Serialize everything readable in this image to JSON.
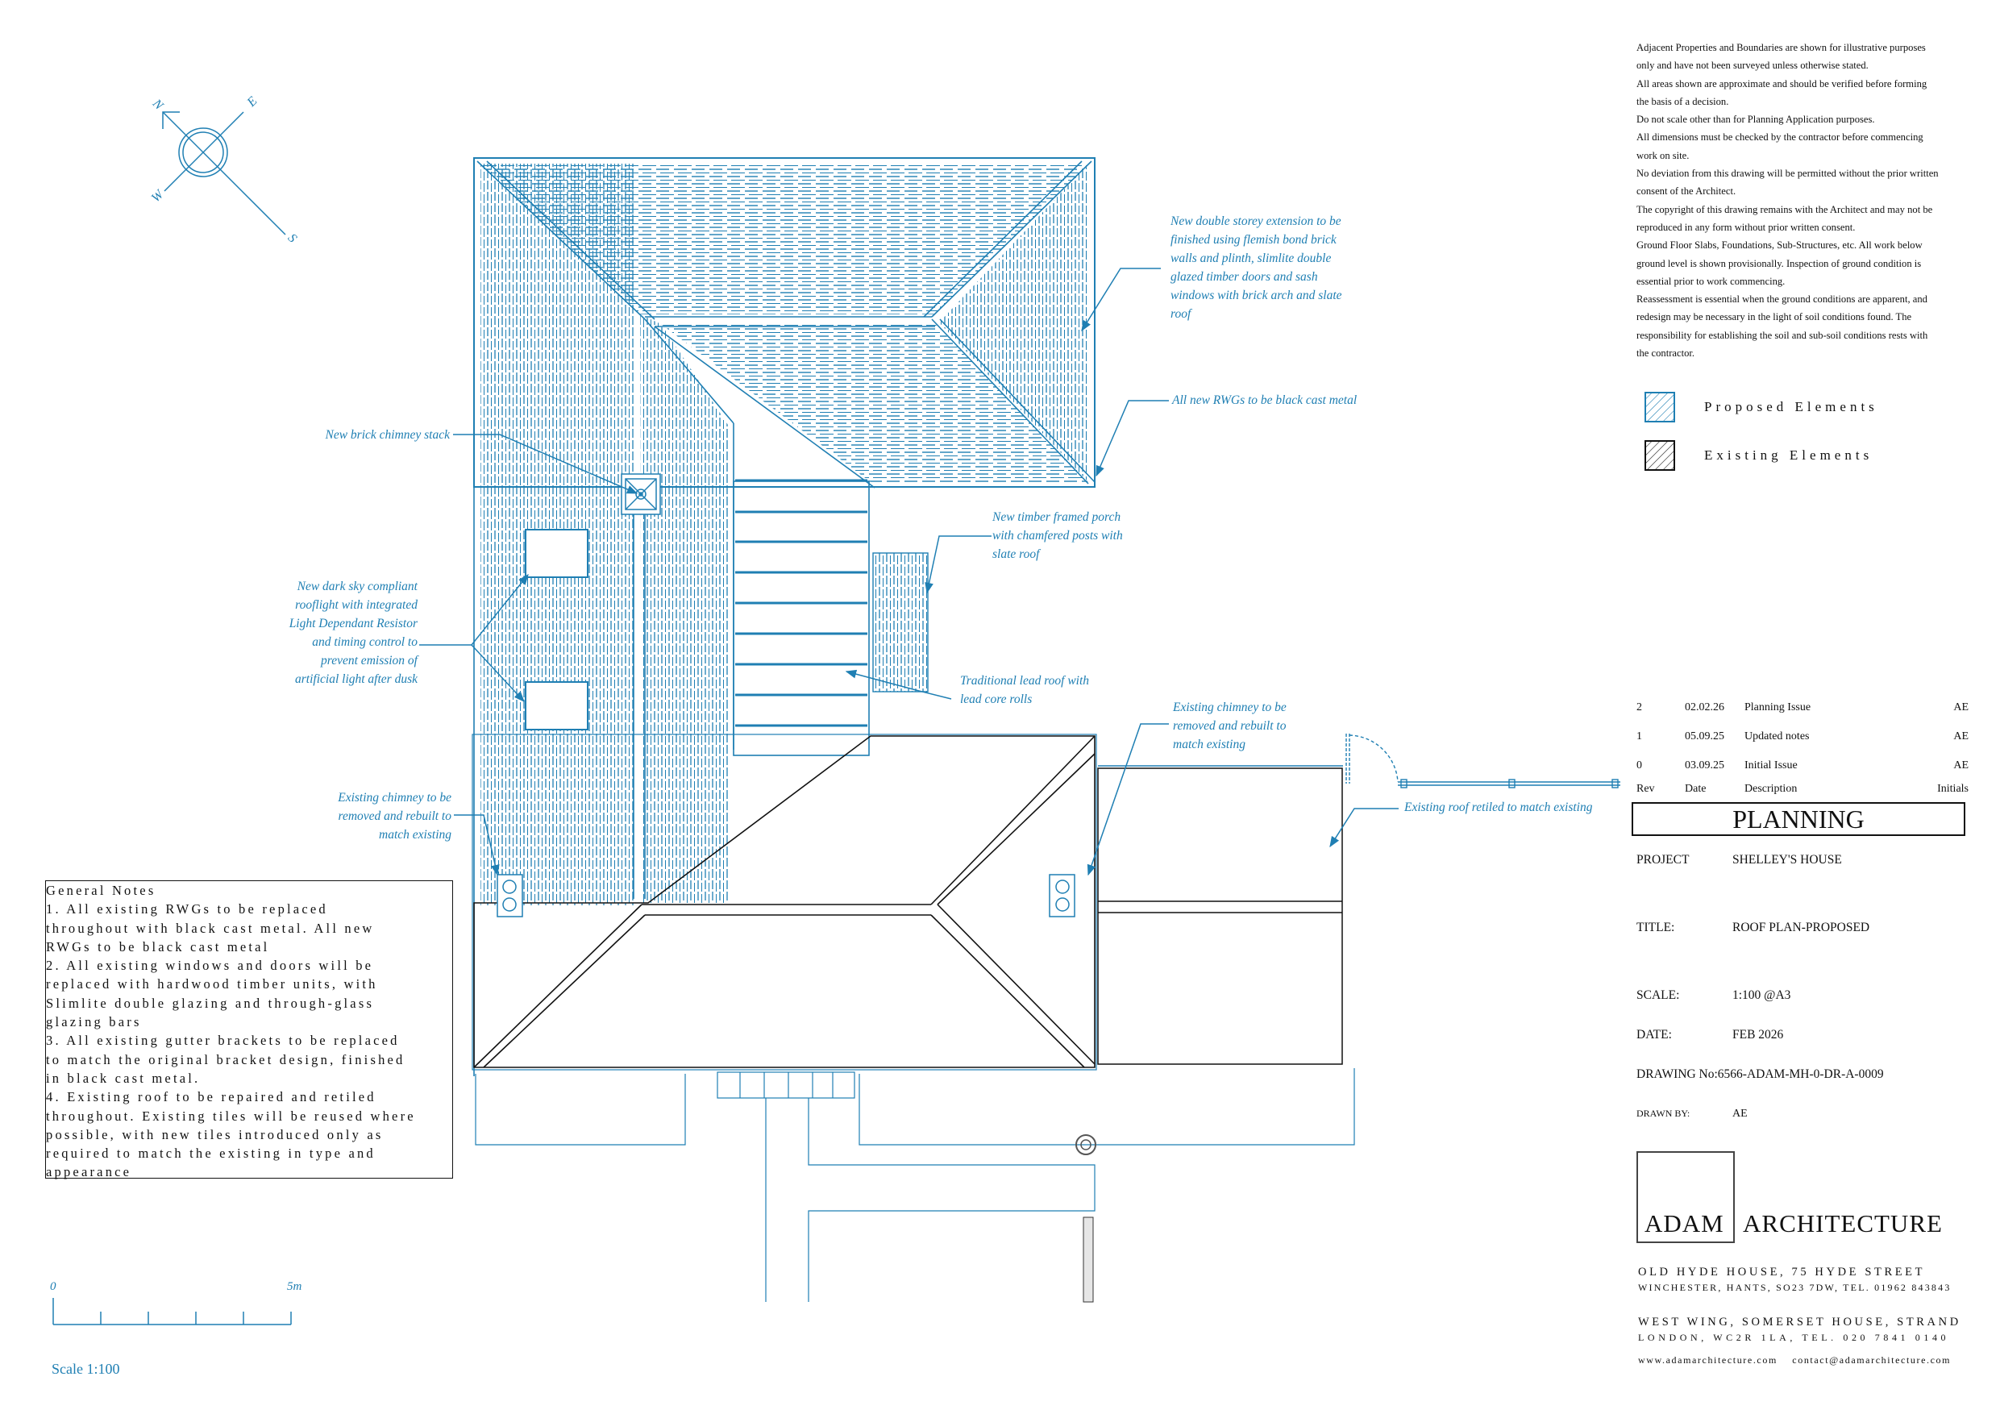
{
  "colors": {
    "proposed": "#1f7fb3",
    "existing": "#111111",
    "hatch_light": "#7fbfdf"
  },
  "compass": {
    "n": "N",
    "e": "E",
    "s": "S",
    "w": "W"
  },
  "disclaimer": [
    "Adjacent Properties and Boundaries are shown for illustrative purposes",
    "only and have not been surveyed unless otherwise stated.",
    "All areas shown are approximate and should be verified before forming",
    "the basis of a decision.",
    "Do not scale other than for Planning Application purposes.",
    "All dimensions must be checked by the contractor before commencing",
    "work on site.",
    "No deviation from this drawing will be permitted without the prior written",
    "consent of the Architect.",
    "The copyright of this drawing remains with the Architect and may not be",
    "reproduced in any form without prior written consent.",
    "Ground Floor Slabs, Foundations, Sub-Structures, etc. All work below",
    "ground level is shown provisionally. Inspection of ground condition is",
    "essential prior to work commencing.",
    "Reassessment is essential when the ground conditions are apparent, and",
    "redesign may be necessary in the light of soil conditions found.  The",
    "responsibility for establishing the soil and sub-soil conditions rests with",
    "the contractor."
  ],
  "legend": [
    {
      "label": "Proposed Elements",
      "icon": "hatch-blue-icon"
    },
    {
      "label": "Existing Elements",
      "icon": "hatch-black-icon"
    }
  ],
  "annotations": {
    "extension": [
      "New double storey extension to be",
      "finished using flemish bond brick",
      "walls and plinth, slimlite double",
      "glazed timber doors and sash",
      "windows with brick arch and slate",
      "roof"
    ],
    "rwgs": "All new RWGs to be black cast metal",
    "chimney_new": "New brick chimney stack",
    "rooflight": [
      "New dark sky compliant",
      "rooflight with integrated",
      "Light Dependant Resistor",
      "and timing control to",
      "prevent emission of",
      "artificial light after dusk"
    ],
    "porch": [
      "New timber framed porch",
      "with chamfered posts with",
      "slate roof"
    ],
    "lead_roof": [
      "Traditional lead roof with",
      "lead core rolls"
    ],
    "chimney_left": [
      "Existing chimney to be",
      "removed and rebuilt to",
      "match existing"
    ],
    "chimney_right": [
      "Existing chimney to be",
      "removed and rebuilt to",
      "match existing"
    ],
    "retiled": "Existing roof retiled to match existing"
  },
  "general_notes": {
    "title": "General Notes",
    "lines": [
      "1. All existing RWGs to be replaced",
      "throughout with black cast metal. All new",
      "RWGs to be black cast metal",
      "2. All existing windows and doors will be",
      "replaced with hardwood timber units, with",
      "Slimlite double glazing and through-glass",
      "glazing bars",
      "3. All existing gutter brackets to be replaced",
      "to match the original bracket design, finished",
      "in black cast metal.",
      "4. Existing roof to be repaired and retiled",
      "throughout. Existing tiles will be reused where",
      "possible, with new tiles introduced only as",
      "required to match the existing in type and",
      "appearance"
    ]
  },
  "scale_bar": {
    "start": "0",
    "end": "5m",
    "caption": "Scale 1:100"
  },
  "revisions": {
    "rows": [
      {
        "rev": "2",
        "date": "02.02.26",
        "description": "Planning Issue",
        "initials": "AE"
      },
      {
        "rev": "1",
        "date": "05.09.25",
        "description": "Updated notes",
        "initials": "AE"
      },
      {
        "rev": "0",
        "date": "03.09.25",
        "description": "Initial Issue",
        "initials": "AE"
      }
    ],
    "header": {
      "rev": "Rev",
      "date": "Date",
      "description": "Description",
      "initials": "Initials"
    }
  },
  "status": "PLANNING",
  "title_block": {
    "project_label": "PROJECT",
    "project": "SHELLEY'S HOUSE",
    "title_label": "TITLE:",
    "title": "ROOF PLAN-PROPOSED",
    "scale_label": "SCALE:",
    "scale": "1:100 @A3",
    "date_label": "DATE:",
    "date": "FEB 2026",
    "drawing_label": "DRAWING No:",
    "drawing": "6566-ADAM-MH-0-DR-A-0009",
    "drawn_label": "DRAWN BY:",
    "drawn": "AE"
  },
  "company": {
    "name_box": "ADAM",
    "name_rest": "ARCHITECTURE",
    "addr1_line1": "OLD HYDE HOUSE, 75 HYDE STREET",
    "addr1_line2": "WINCHESTER, HANTS, SO23 7DW, TEL. 01962 843843",
    "addr2_line1": "WEST WING, SOMERSET HOUSE, STRAND",
    "addr2_line2": "LONDON, WC2R 1LA, TEL. 020 7841 0140",
    "web": "www.adamarchitecture.com",
    "email": "contact@adamarchitecture.com"
  }
}
